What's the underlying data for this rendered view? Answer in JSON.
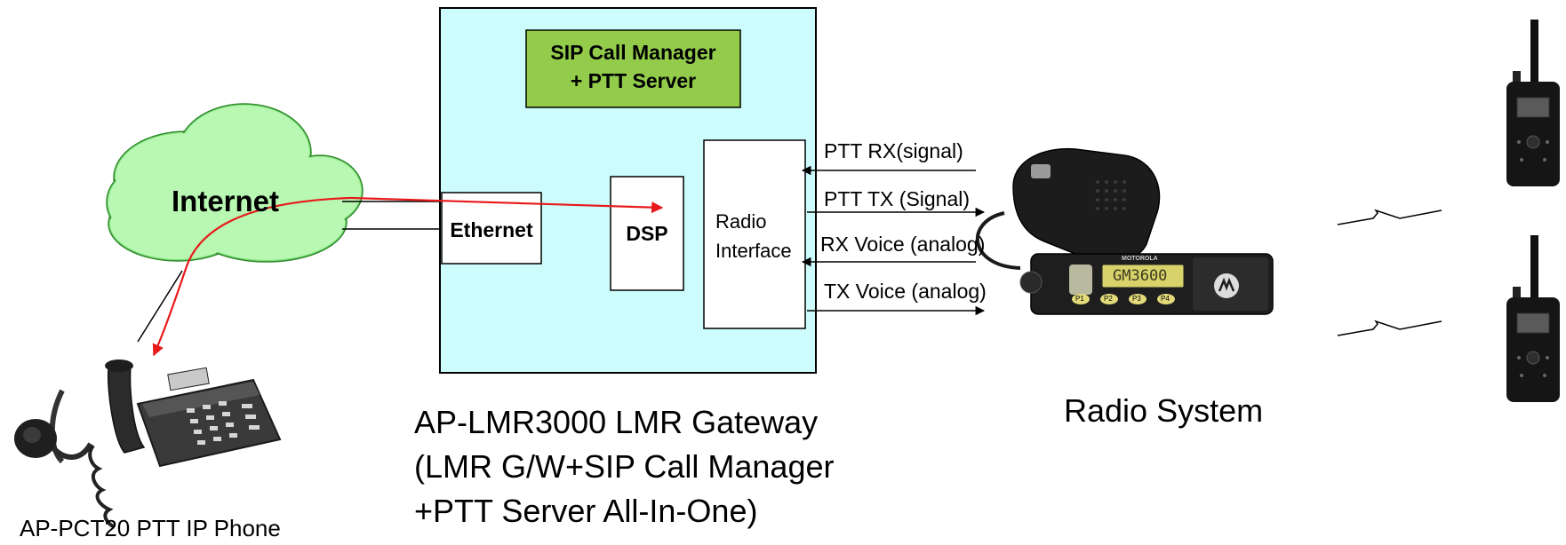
{
  "diagram": {
    "cloud_label": "Internet",
    "gateway": {
      "sip_block": [
        "SIP Call Manager",
        "+ PTT Server"
      ],
      "ethernet": "Ethernet",
      "dsp": "DSP",
      "radio_interface": [
        "Radio",
        "Interface"
      ]
    },
    "signals": {
      "ptt_rx": "PTT RX(signal)",
      "ptt_tx": "PTT TX (Signal)",
      "rx_voice": "RX Voice (analog)",
      "tx_voice": "TX Voice (analog)"
    },
    "captions": {
      "phone": "AP-PCT20 PTT IP Phone",
      "gateway": [
        "AP-LMR3000  LMR Gateway",
        "(LMR G/W+SIP Call Manager",
        "+PTT Server All-In-One)"
      ],
      "radio_system": "Radio System"
    },
    "radio_display_text": "GM3600",
    "radio_brand_text": "MOTOROLA",
    "radio_keys": [
      "P1",
      "P2",
      "P3",
      "P4"
    ],
    "colors": {
      "cloud": "#9ef59a",
      "gateway_fill": "#ccfcfc",
      "sip_fill": "#92cc4a",
      "signal_path": "#e8191b"
    }
  }
}
